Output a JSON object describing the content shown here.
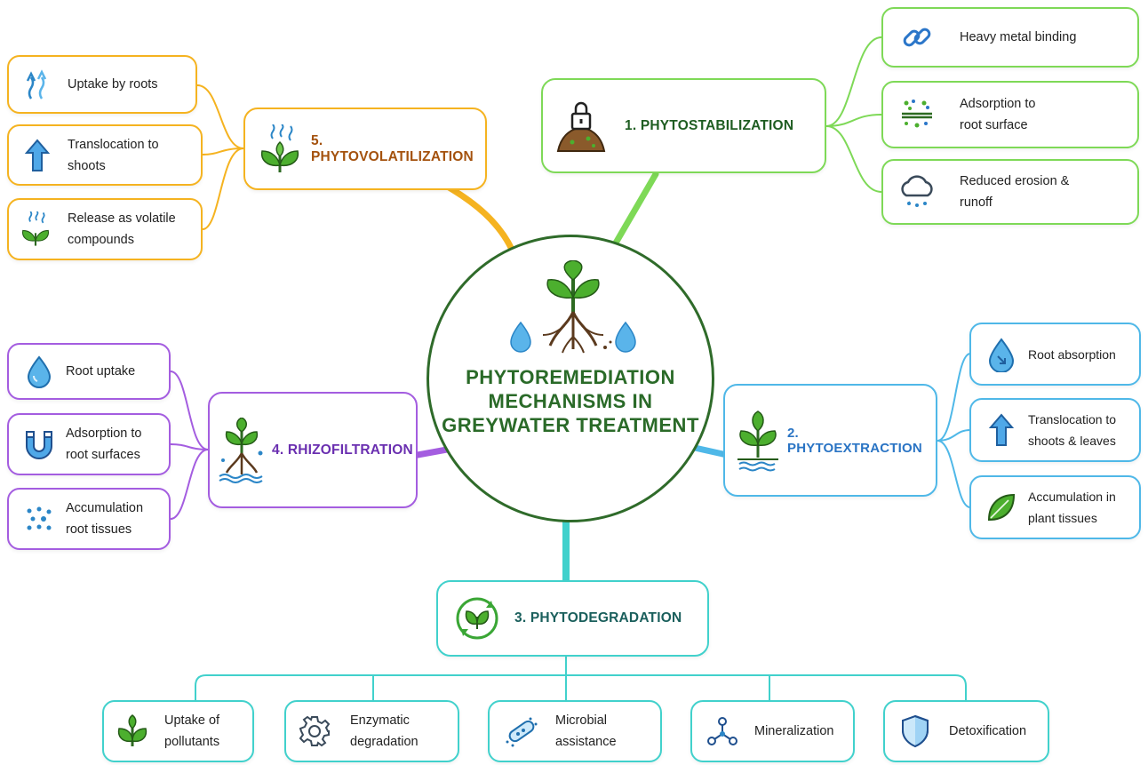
{
  "center": {
    "title": "PHYTOREMEDIATION MECHANISMS IN GREYWATER TREATMENT",
    "icon": "plant-roots-water-drops"
  },
  "colors": {
    "stabilization": "#7ed957",
    "extraction": "#4fb8e8",
    "degradation": "#41d1cc",
    "rhizofiltration": "#a45de0",
    "volatilization": "#f5b320",
    "center_border": "#2f6b2a"
  },
  "branches": {
    "phytostabilization": {
      "label": "1. PHYTOSTABILIZATION",
      "icon": "lock-soil-icon",
      "items": [
        {
          "label": "Heavy metal binding",
          "icon": "chain-link-icon"
        },
        {
          "label": "Adsorption to root surface",
          "icon": "adsorption-layer-icon"
        },
        {
          "label": "Reduced erosion & runoff",
          "icon": "rain-cloud-icon"
        }
      ]
    },
    "phytoextraction": {
      "label": "2. PHYTOEXTRACTION",
      "icon": "plant-water-icon",
      "items": [
        {
          "label": "Root absorption",
          "icon": "water-drop-arrow-icon"
        },
        {
          "label": "Translocation to shoots & leaves",
          "icon": "up-arrow-icon"
        },
        {
          "label": "Accumulation in plant tissues",
          "icon": "leaf-icon"
        }
      ]
    },
    "phytodegradation": {
      "label": "3. PHYTODEGRADATION",
      "icon": "recycle-leaf-icon",
      "items": [
        {
          "label": "Uptake of pollutants",
          "icon": "plant-icon"
        },
        {
          "label": "Enzymatic degradation",
          "icon": "gear-icon"
        },
        {
          "label": "Microbial assistance",
          "icon": "microbe-icon"
        },
        {
          "label": "Mineralization",
          "icon": "molecule-icon"
        },
        {
          "label": "Detoxification",
          "icon": "shield-icon"
        }
      ]
    },
    "rhizofiltration": {
      "label": "4. RHIZOFILTRATION",
      "icon": "plant-roots-water-icon",
      "items": [
        {
          "label": "Root uptake",
          "icon": "water-drop-icon"
        },
        {
          "label": "Adsorption to root surfaces",
          "icon": "magnet-icon"
        },
        {
          "label": "Accumulation root tissues",
          "icon": "dots-icon"
        }
      ]
    },
    "phytovolatilization": {
      "label": "5. PHYTOVOLATILIZATION",
      "icon": "plant-vapor-icon",
      "items": [
        {
          "label": "Uptake by roots",
          "icon": "wavy-arrows-icon"
        },
        {
          "label": "Translocation to shoots",
          "icon": "up-arrow-icon"
        },
        {
          "label": "Release as volatile compounds",
          "icon": "plant-vapor-icon"
        }
      ]
    }
  }
}
